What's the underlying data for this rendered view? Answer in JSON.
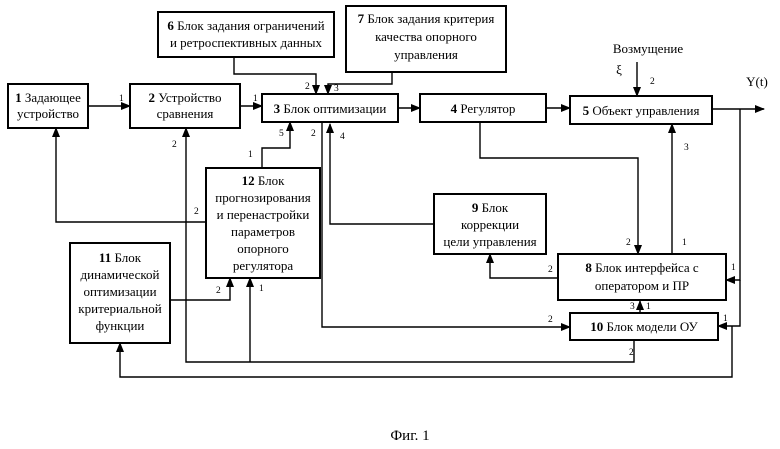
{
  "blocks": {
    "b1": {
      "num": "1",
      "lines": [
        "Задающее",
        "устройство"
      ]
    },
    "b2": {
      "num": "2",
      "lines": [
        "Устройство",
        "сравнения"
      ]
    },
    "b3": {
      "num": "3",
      "lines": [
        "Блок оптимизации"
      ]
    },
    "b4": {
      "num": "4",
      "lines": [
        "Регулятор"
      ]
    },
    "b5": {
      "num": "5",
      "lines": [
        "Объект управления"
      ]
    },
    "b6": {
      "num": "6",
      "lines": [
        "Блок задания ограничений",
        "и ретроспективных данных"
      ]
    },
    "b7": {
      "num": "7",
      "lines": [
        "Блок задания критерия",
        "качества опорного",
        "управления"
      ]
    },
    "b8": {
      "num": "8",
      "lines": [
        "Блок интерфейса с",
        "оператором и ПР"
      ]
    },
    "b9": {
      "num": "9",
      "lines": [
        "Блок",
        "коррекции",
        "цели управления"
      ]
    },
    "b10": {
      "num": "10",
      "lines": [
        "Блок модели ОУ"
      ]
    },
    "b11": {
      "num": "11",
      "lines": [
        "Блок",
        "динамической",
        "оптимизации",
        "критериальной",
        "функции"
      ]
    },
    "b12": {
      "num": "12",
      "lines": [
        "Блок",
        "прогнозирования",
        "и перенастройки",
        "параметров",
        "опорного",
        "регулятора"
      ]
    }
  },
  "disturbance": {
    "label": "Возмущение",
    "symbol": "ξ"
  },
  "output_label": "Y(t)",
  "port_labels": {
    "b1_b2": "1",
    "b2_b3": "1",
    "b6_b3": "2",
    "b7_b3": "3",
    "b3_in4": "4",
    "b12_b3": "5",
    "b12_top": "1",
    "b3_out2": "2",
    "dist": "2",
    "b2_fb": "2",
    "b12_fb": "2",
    "b11_b12": "2",
    "b12_in1": "1",
    "b5_fb": "3",
    "b8_in": "2",
    "b8_up": "1",
    "b8_b9": "2",
    "b8_y": "1",
    "b10_y": "1",
    "b10_in": "2",
    "b8_b10a": "3",
    "b8_b10b": "1",
    "b11_in": "2"
  },
  "caption": "Фиг. 1"
}
